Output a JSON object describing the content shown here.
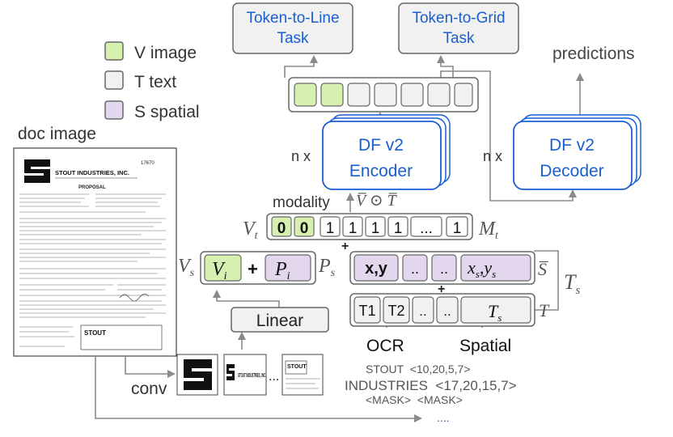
{
  "legend": {
    "v_label": "V image",
    "t_label": "T text",
    "s_label": "S spatial"
  },
  "doc_image_label": "doc image",
  "document": {
    "doc_number": "17670",
    "company": "STOUT INDUSTRIES, INC.",
    "proposal_heading": "PROPOSAL",
    "footer_brand": "STOUT"
  },
  "tasks": {
    "token_to_line": [
      "Token-to-Line",
      "Task"
    ],
    "token_to_grid": [
      "Token-to-Grid",
      "Task"
    ]
  },
  "predictions_label": "predictions",
  "encoder": {
    "repeat": "n x",
    "line1": "DF v2",
    "line2": "Encoder"
  },
  "decoder": {
    "repeat": "n x",
    "line1": "DF v2",
    "line2": "Decoder"
  },
  "encoder_input_label": "V̅ ⊙ T̅",
  "modality_label": "modality",
  "modality_row": {
    "left_symbol": "V",
    "left_sub": "t",
    "cells": [
      "0",
      "0",
      "1",
      "1",
      "1",
      "1",
      "...",
      "1"
    ],
    "right_symbol": "M",
    "right_sub": "t"
  },
  "vs_row": {
    "left_symbol": "V",
    "left_sub": "s",
    "vi": "V",
    "vi_sub": "i",
    "plus": "+",
    "pi": "P",
    "pi_sub": "i",
    "right_symbol": "P",
    "right_sub": "s"
  },
  "spatial_row": {
    "cells": [
      "x,y",
      "..",
      ".."
    ],
    "last": "x",
    "last_sub1": "s",
    "last_sep": ",",
    "last_y": "y",
    "last_sub2": "s",
    "right_symbol": "S̅"
  },
  "text_row": {
    "cells": [
      "T1",
      "T2",
      "..",
      ".."
    ],
    "last": "T",
    "last_sub": "s",
    "right_symbol": "T"
  },
  "ts_symbol": "T",
  "ts_sub": "s",
  "plus_signs": [
    "+",
    "+"
  ],
  "linear_label": "Linear",
  "ocr_label": "OCR",
  "spatial_label": "Spatial",
  "ocr_examples": [
    "STOUT  <10,20,5,7>",
    "INDUSTRIES  <17,20,15,7>",
    "<MASK>  <MASK>",
    "...."
  ],
  "conv_label": "conv",
  "patch_dots": "...",
  "colors": {
    "image_green": "#d6f0b0",
    "text_gray": "#f1f1f1",
    "spatial_purple": "#e3d7ee",
    "df_blue": "#1a5fd0",
    "line_gray": "#8a8a8a"
  }
}
